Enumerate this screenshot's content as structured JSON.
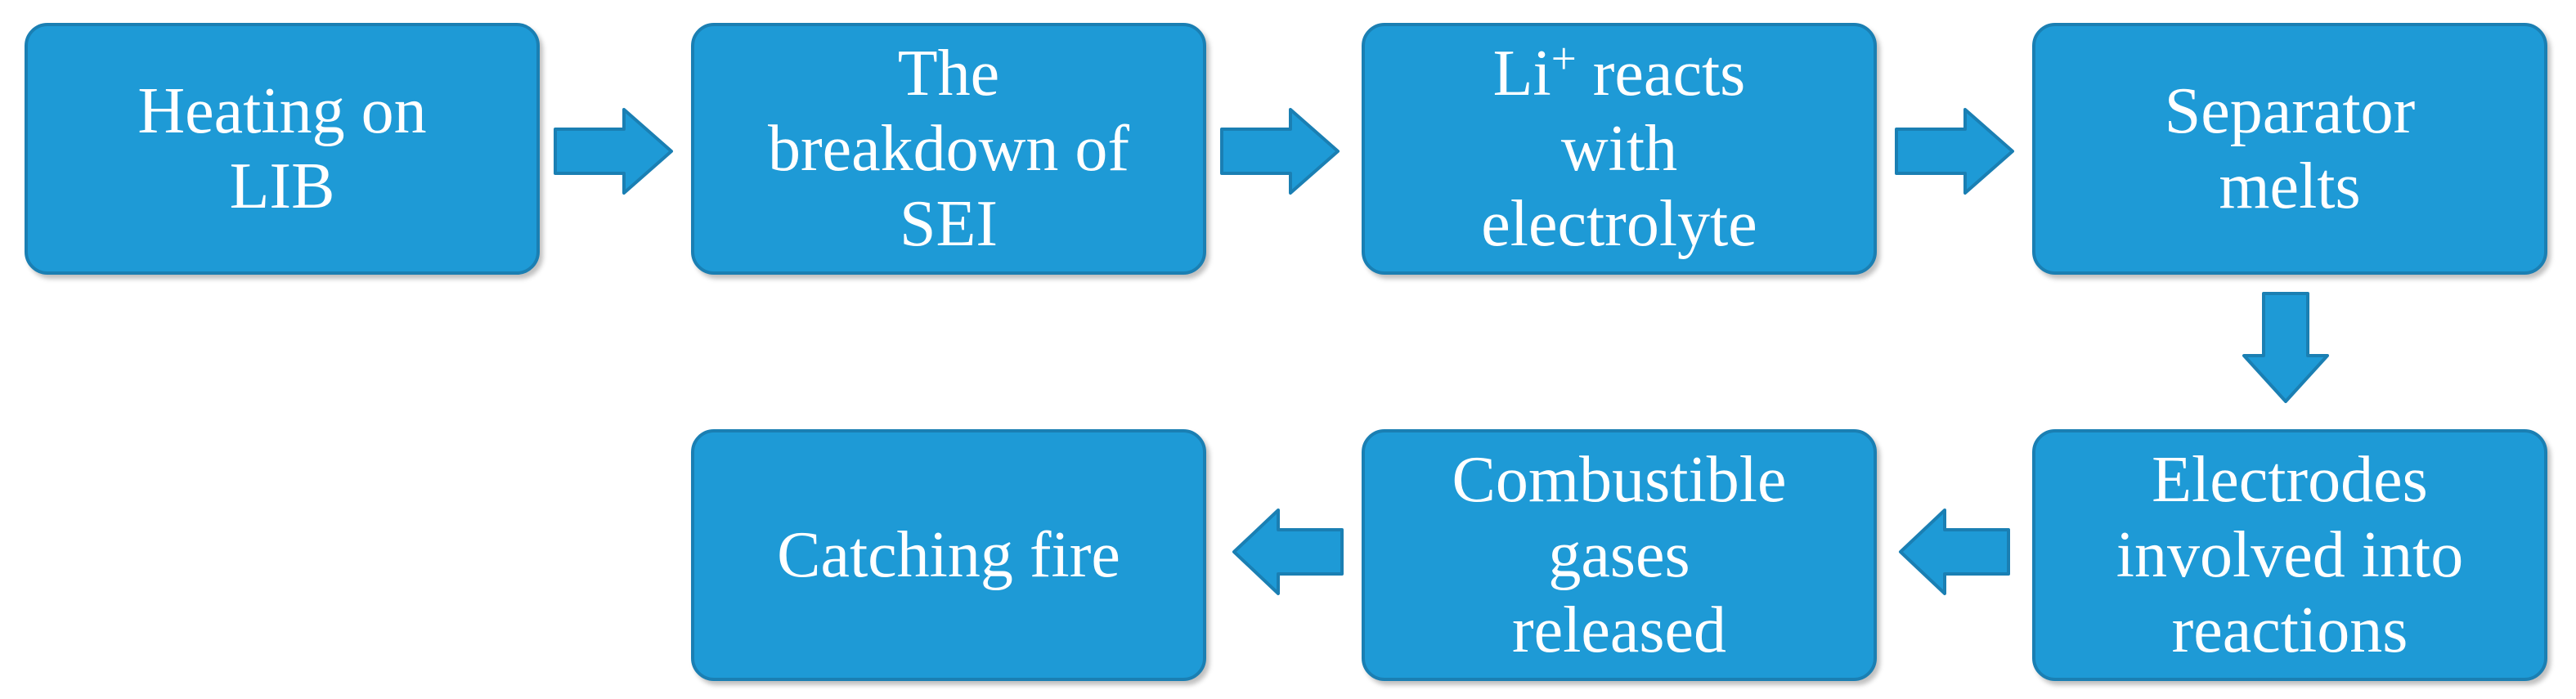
{
  "colors": {
    "node_fill": "#1e9ad6",
    "node_border": "#1a7fb3",
    "arrow_fill": "#1e9ad6",
    "arrow_border": "#1a7fb3",
    "text": "#ffffff",
    "background": "#ffffff"
  },
  "nodes": {
    "heating": {
      "label": "Heating on\nLIB"
    },
    "sei": {
      "label": "The\nbreakdown of\nSEI"
    },
    "li_reacts": {
      "base": "Li",
      "superscript": "+",
      "label_rest": "reacts\nwith\nelectrolyte"
    },
    "separator": {
      "label": "Separator\nmelts"
    },
    "electrodes": {
      "label": "Electrodes\ninvolved into\nreactions"
    },
    "gases": {
      "label": "Combustible\ngases\nreleased"
    },
    "fire": {
      "label": "Catching fire"
    }
  },
  "arrows": [
    {
      "from": "heating",
      "to": "sei",
      "direction": "right"
    },
    {
      "from": "sei",
      "to": "li_reacts",
      "direction": "right"
    },
    {
      "from": "li_reacts",
      "to": "separator",
      "direction": "right"
    },
    {
      "from": "separator",
      "to": "electrodes",
      "direction": "down"
    },
    {
      "from": "electrodes",
      "to": "gases",
      "direction": "left"
    },
    {
      "from": "gases",
      "to": "fire",
      "direction": "left"
    }
  ]
}
